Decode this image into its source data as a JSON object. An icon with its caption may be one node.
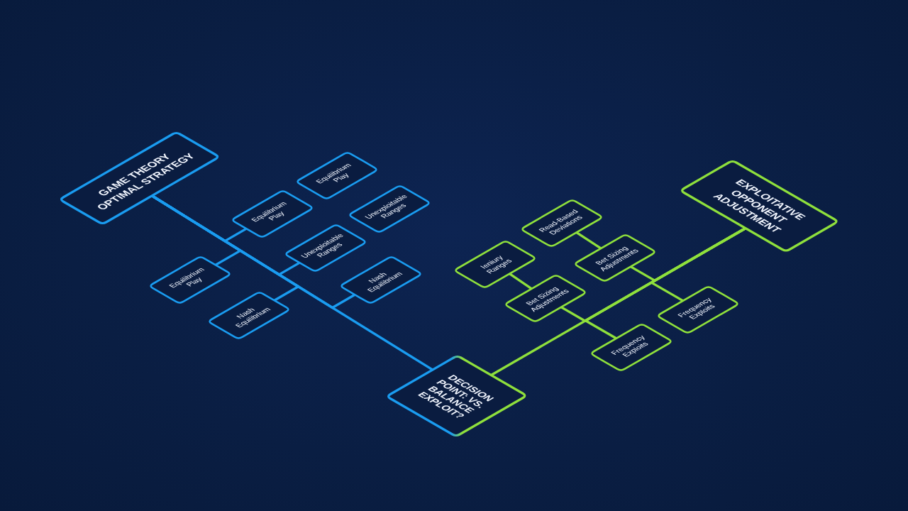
{
  "diagram": {
    "nodes": [
      {
        "text": [
          "GAME THEORY OPTIMAL STRATEGY"
        ]
      },
      {
        "text": [
          "Equilibrium Play"
        ]
      },
      {
        "text": [
          "Equilibrium Play"
        ]
      },
      {
        "text": [
          "Unexploitable Ranges"
        ]
      },
      {
        "text": [
          "Unexploitable Ranges"
        ]
      },
      {
        "text": [
          "Equilibrium Play"
        ]
      },
      {
        "text": [
          "Nash Equilibrium"
        ]
      },
      {
        "text": [
          "Nash Equilibrium"
        ]
      },
      {
        "text": [
          "EXPLOITATIVE OPPONENT ADJUSTMENT"
        ]
      },
      {
        "text": [
          "Read-Based Deviations"
        ]
      },
      {
        "text": [
          "Bet Sizing Adjustments"
        ]
      },
      {
        "text": [
          "Ieniury Ranges"
        ]
      },
      {
        "text": [
          "Bet Sizing Adjustments"
        ]
      },
      {
        "text": [
          "Frequency Exploits"
        ]
      },
      {
        "text": [
          "Frequency Exploits"
        ]
      },
      {
        "text": [
          "DECISION POINT: VS. BALANCE EXPLOIT?"
        ]
      }
    ],
    "edges": [
      {
        "from": 0,
        "to": 15,
        "arrow": "none",
        "color": "#1a9cf0"
      },
      {
        "from": 0,
        "to": 2,
        "arrow": "none",
        "color": "#1a9cf0"
      },
      {
        "from": 0,
        "to": 5,
        "arrow": "none",
        "color": "#1a9cf0"
      },
      {
        "from": 0,
        "to": 4,
        "arrow": "none",
        "color": "#1a9cf0"
      },
      {
        "from": 0,
        "to": 7,
        "arrow": "none",
        "color": "#1a9cf0"
      },
      {
        "from": 0,
        "to": 6,
        "arrow": "none",
        "color": "#1a9cf0"
      },
      {
        "from": 8,
        "to": 15,
        "arrow": "none"
      },
      {
        "from": 8,
        "to": 10,
        "arrow": "none"
      },
      {
        "from": 8,
        "to": 13,
        "arrow": "none"
      },
      {
        "from": 8,
        "to": 12,
        "arrow": "none"
      },
      {
        "from": 8,
        "to": 14,
        "arrow": "none"
      },
      {
        "from": 10,
        "to": 9,
        "arrow": "none"
      },
      {
        "from": 12,
        "to": 11,
        "arrow": "none"
      }
    ]
  }
}
